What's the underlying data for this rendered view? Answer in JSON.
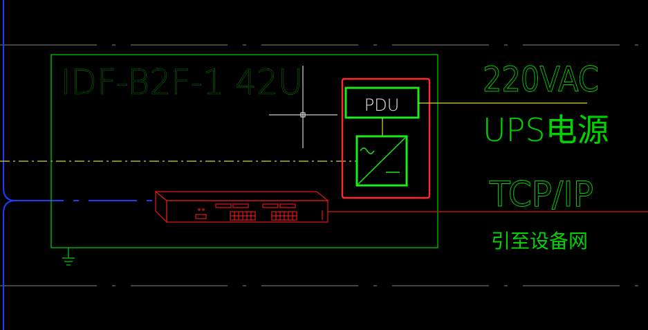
{
  "rack_label": "IDF-B2F-1 42U",
  "pdu_label": "PDU",
  "power_voltage": "220VAC",
  "power_source": "UPS电源",
  "network_protocol": "TCP/IP",
  "network_note": "引至设备网",
  "colors": {
    "background": "#000000",
    "cad_green": "#00d400",
    "bright_green": "#1ee81e",
    "highlight_red": "#ff2a2a",
    "switch_red": "#e01818",
    "gray_line": "#5a5a5a",
    "blue_line": "#1c3cff",
    "yellow_line": "#d8d848",
    "pdu_text": "#e8e8e8",
    "crosshair": "#ffffff"
  }
}
